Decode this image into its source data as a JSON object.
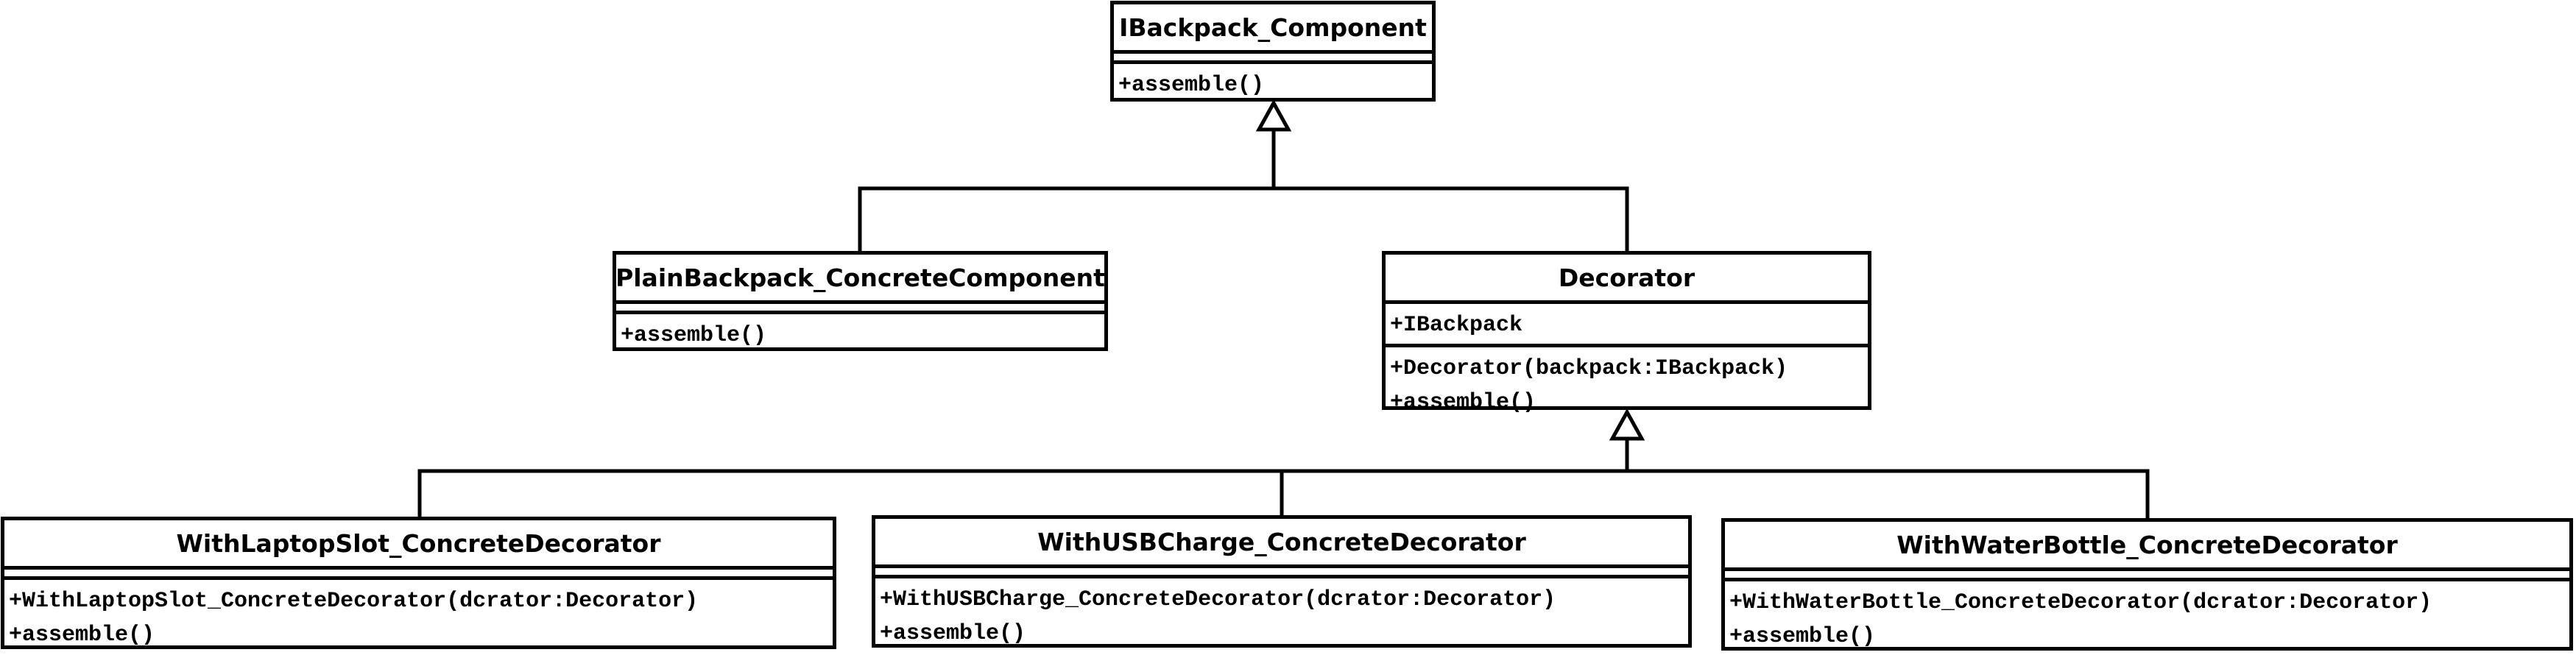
{
  "colors": {
    "stroke": "#000000",
    "fill": "#ffffff"
  },
  "classes": {
    "ibackpack_component": {
      "name": "IBackpack_Component",
      "attributes": [],
      "methods": [
        "+assemble()"
      ]
    },
    "plain_backpack": {
      "name": "PlainBackpack_ConcreteComponent",
      "attributes": [],
      "methods": [
        "+assemble()"
      ]
    },
    "decorator": {
      "name": "Decorator",
      "attributes": [
        "+IBackpack"
      ],
      "methods": [
        "+Decorator(backpack:IBackpack)",
        "+assemble()"
      ]
    },
    "with_laptop_slot": {
      "name": "WithLaptopSlot_ConcreteDecorator",
      "attributes": [],
      "methods": [
        "+WithLaptopSlot_ConcreteDecorator(dcrator:Decorator)",
        "+assemble()"
      ]
    },
    "with_usb_charge": {
      "name": "WithUSBCharge_ConcreteDecorator",
      "attributes": [],
      "methods": [
        "+WithUSBCharge_ConcreteDecorator(dcrator:Decorator)",
        "+assemble()"
      ]
    },
    "with_water_bottle": {
      "name": "WithWaterBottle_ConcreteDecorator",
      "attributes": [],
      "methods": [
        "+WithWaterBottle_ConcreteDecorator(dcrator:Decorator)",
        "+assemble()"
      ]
    }
  },
  "relationships": [
    {
      "type": "generalization",
      "from": "PlainBackpack_ConcreteComponent",
      "to": "IBackpack_Component"
    },
    {
      "type": "generalization",
      "from": "Decorator",
      "to": "IBackpack_Component"
    },
    {
      "type": "generalization",
      "from": "WithLaptopSlot_ConcreteDecorator",
      "to": "Decorator"
    },
    {
      "type": "generalization",
      "from": "WithUSBCharge_ConcreteDecorator",
      "to": "Decorator"
    },
    {
      "type": "generalization",
      "from": "WithWaterBottle_ConcreteDecorator",
      "to": "Decorator"
    }
  ]
}
